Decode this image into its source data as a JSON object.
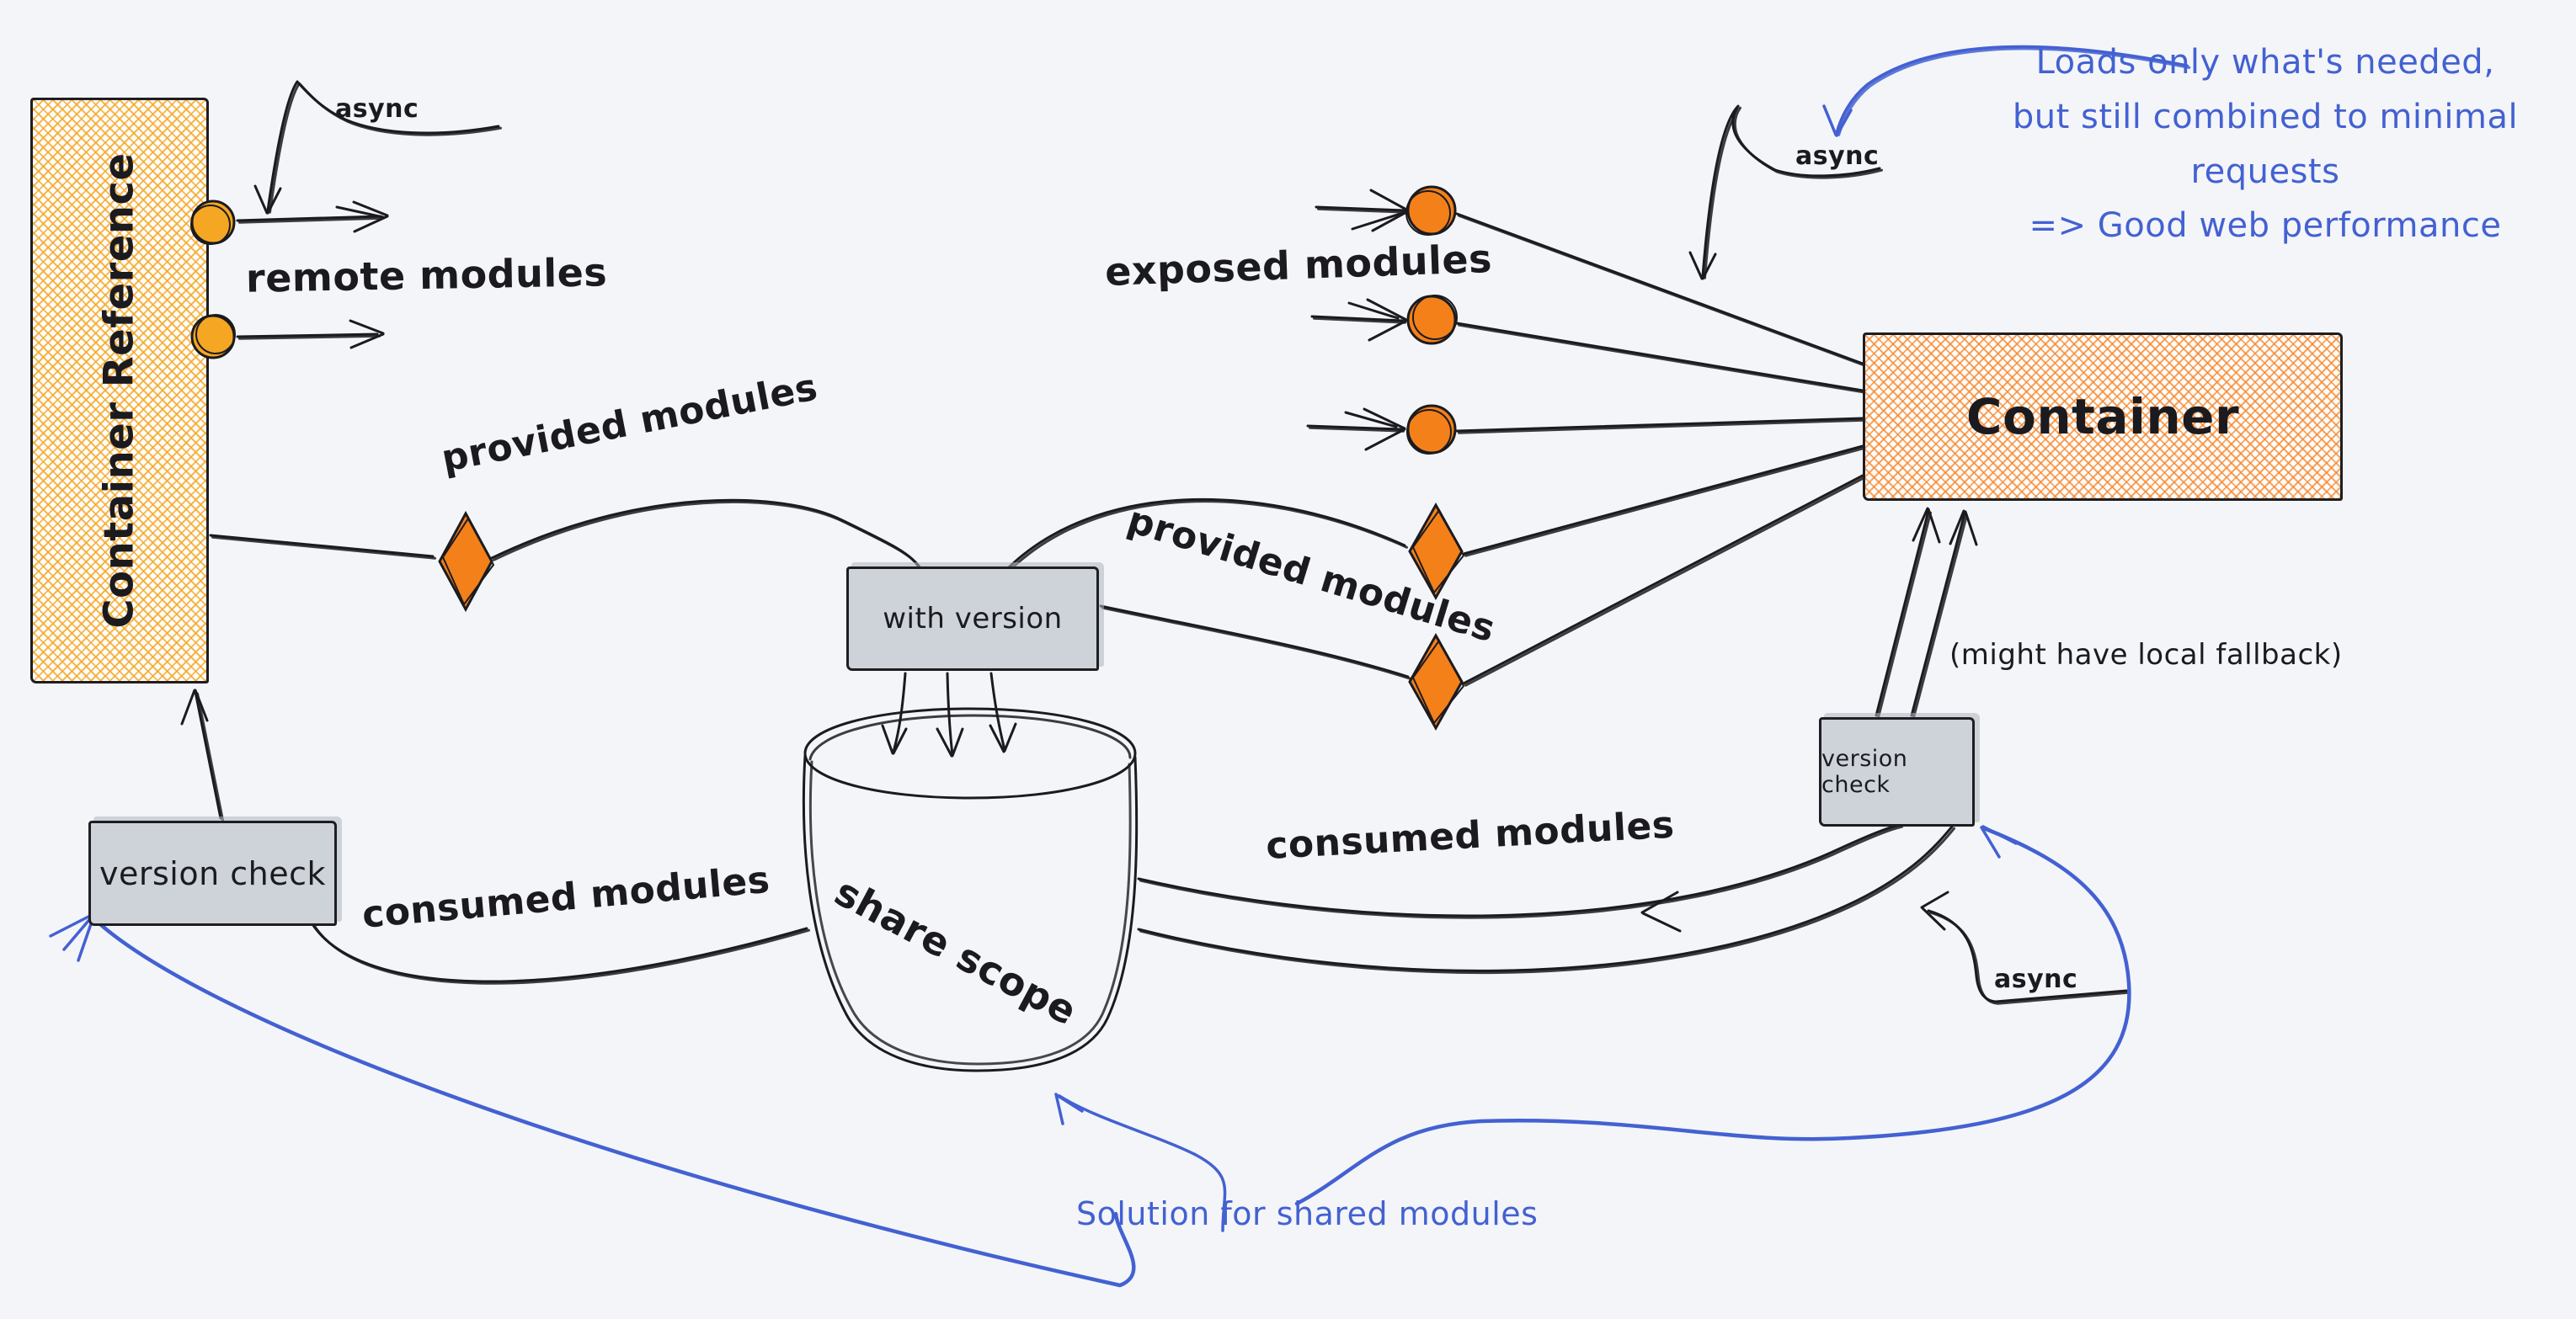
{
  "canvas": {
    "background": "#f4f5f8",
    "ink_color": "#1b1b1f",
    "blue_color": "#4361d2",
    "amber_color": "#f5a623",
    "orange_color": "#f4801a"
  },
  "nodes": {
    "container_reference": {
      "label": "Container Reference"
    },
    "container": {
      "label": "Container"
    },
    "with_version": {
      "label": "with version"
    },
    "share_scope": {
      "label": "share scope"
    },
    "version_check_left": {
      "label": "version check"
    },
    "version_check_right": {
      "label": "version check"
    }
  },
  "edge_labels": {
    "remote_modules": "remote modules",
    "exposed_modules": "exposed modules",
    "provided_modules_left": "provided modules",
    "provided_modules_center": "provided modules",
    "consumed_modules_left": "consumed modules",
    "consumed_modules_right": "consumed modules",
    "async_top_left": "async",
    "async_top_right": "async",
    "async_bottom_right": "async"
  },
  "annotations": {
    "performance_note_lines": [
      "Loads only what's needed,",
      "but still combined to minimal requests",
      "=> Good web performance"
    ],
    "local_fallback_note": "(might have local fallback)",
    "shared_modules_note": "Solution for shared modules"
  }
}
